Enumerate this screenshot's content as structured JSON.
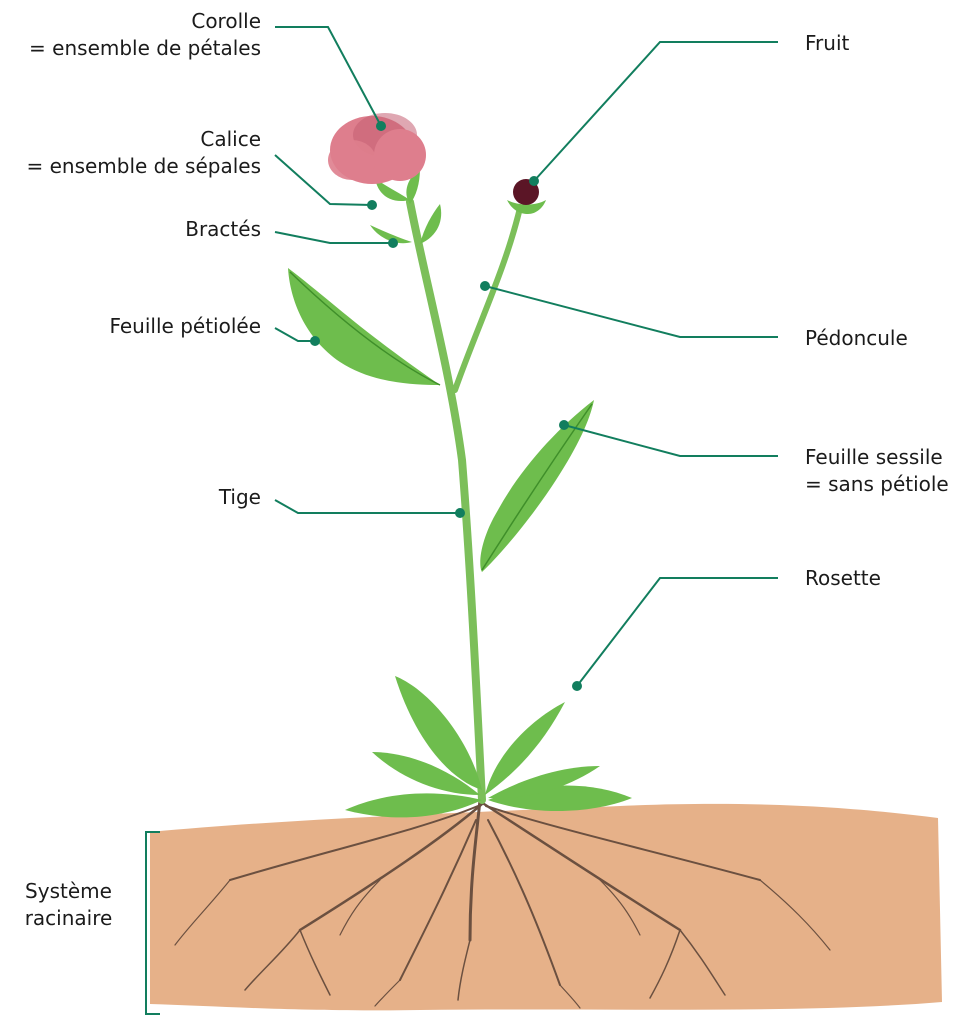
{
  "colors": {
    "leader_line": "#127e5e",
    "stem": "#7cbf5a",
    "leaf": "#6ebd4d",
    "leaf_dark": "#3f8f2a",
    "petal": "#de7e8d",
    "petal_dark": "#c55f72",
    "fruit": "#5b1526",
    "soil": "#e2a679",
    "root": "#6b5040"
  },
  "labels": {
    "corolle": {
      "line1": "Corolle",
      "line2": "= ensemble de pétales"
    },
    "calice": {
      "line1": "Calice",
      "line2": "= ensemble de sépales"
    },
    "bractes": {
      "text": "Bractés"
    },
    "feuille_petiolee": {
      "text": "Feuille pétiolée"
    },
    "tige": {
      "text": "Tige"
    },
    "fruit": {
      "text": "Fruit"
    },
    "pedoncule": {
      "text": "Pédoncule"
    },
    "feuille_sessile": {
      "line1": "Feuille sessile",
      "line2": "= sans pétiole"
    },
    "rosette": {
      "text": "Rosette"
    },
    "systeme_racinaire": {
      "line1": "Système",
      "line2": "racinaire"
    }
  }
}
